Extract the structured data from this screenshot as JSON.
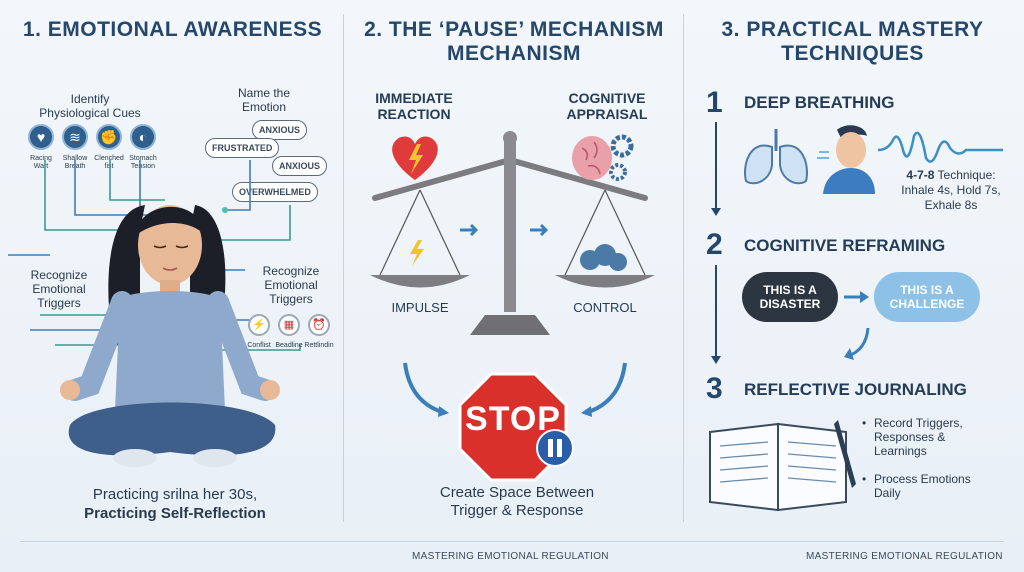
{
  "section1": {
    "title": "1. EMOTIONAL AWARENESS",
    "identify_label": "Identify\nPhysiological Cues",
    "name_label": "Name the\nEmotion",
    "cues": [
      {
        "icon": "heart-pulse-icon",
        "glyph": "♥",
        "label": "Racing\nWart"
      },
      {
        "icon": "lungs-icon",
        "glyph": "≋",
        "label": "Shallow\nBreath"
      },
      {
        "icon": "fist-icon",
        "glyph": "✊",
        "label": "Clenched\nfist"
      },
      {
        "icon": "stomach-icon",
        "glyph": "◐",
        "label": "Stomach\nTension"
      }
    ],
    "emotions": [
      "ANXIOUS",
      "FRUSTRATED",
      "ANXIOUS",
      "OVERWHELMED"
    ],
    "triggers_left": "Recognize\nEmotional\nTriggers",
    "triggers_right": "Recognize\nEmotional\nTriggers",
    "trigger_icons": [
      {
        "icon": "conflict-icon",
        "glyph": "⚡",
        "label": "Conflist"
      },
      {
        "icon": "calendar-icon",
        "glyph": "▦",
        "label": "Beadline"
      },
      {
        "icon": "alarm-icon",
        "glyph": "⏰",
        "label": "Rettlindin"
      }
    ],
    "caption_line1": "Practicing srilna her 30s,",
    "caption_line2": "Practicing Self-Reflection"
  },
  "section2": {
    "title": "2. THE ‘PAUSE’ MECHANISM\nMECHANISM",
    "left_label": "IMMEDIATE\nREACTION",
    "right_label": "COGNITIVE\nAPPRAISAL",
    "left_pan": "IMPULSE",
    "right_pan": "CONTROL",
    "stop_text": "STOP",
    "caption": "Create Space Between\nTrigger & Response",
    "colors": {
      "stop": "#d9302c",
      "pause": "#2a5ea8",
      "heart": "#e03b3b",
      "brain": "#e9a0a8"
    }
  },
  "section3": {
    "title": "3. PRACTICAL MASTERY\nTECHNIQUES",
    "steps": [
      {
        "num": "1",
        "title": "DEEP BREATHING"
      },
      {
        "num": "2",
        "title": "COGNITIVE REFRAMING"
      },
      {
        "num": "3",
        "title": "REFLECTIVE JOURNALING"
      }
    ],
    "breathing_bold": "4-7-8",
    "breathing_text": " Technique:\nInhale 4s, Hold 7s,\nExhale 8s",
    "cloud_dark": "THIS IS A\nDISASTER",
    "cloud_light": "THIS IS A\nCHALLENGE",
    "journal_items": [
      "Record Triggers,\nResponses &\nLearnings",
      "Process Emotions\nDaily"
    ]
  },
  "footer": {
    "left": "MASTERING EMOTIONAL REGULATION",
    "right": "MASTERING EMOTIONAL REGULATION"
  }
}
